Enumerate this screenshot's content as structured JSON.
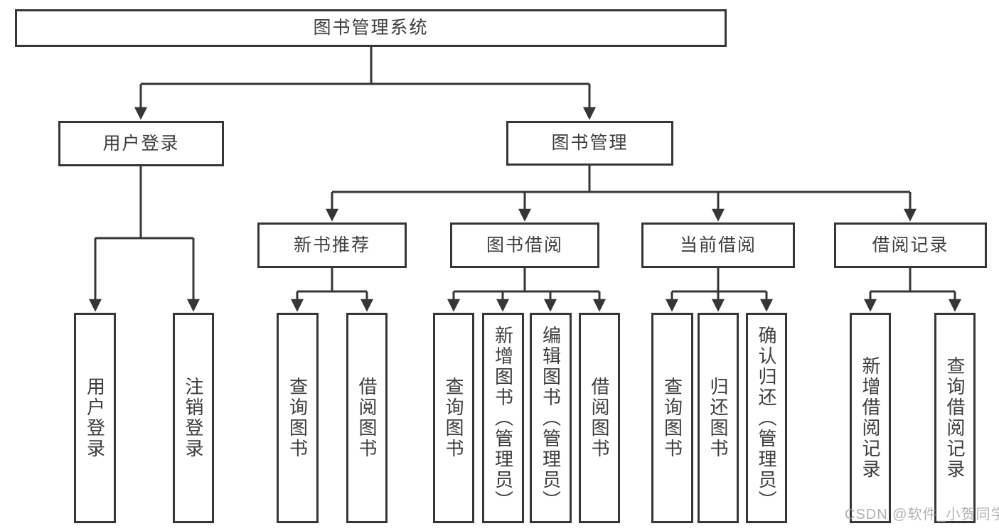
{
  "diagram": {
    "root": "图书管理系统",
    "branches": {
      "user": {
        "label": "用户登录",
        "leaves": [
          "用户登录",
          "注销登录"
        ]
      },
      "book": {
        "label": "图书管理",
        "sections": {
          "recommend": {
            "label": "新书推荐",
            "leaves": [
              "查询图书",
              "借阅图书"
            ]
          },
          "borrow": {
            "label": "图书借阅",
            "leaves": [
              "查询图书",
              "新增图书（管理员）",
              "编辑图书（管理员）",
              "借阅图书"
            ]
          },
          "current": {
            "label": "当前借阅",
            "leaves": [
              "查询图书",
              "归还图书",
              "确认归还（管理员）"
            ]
          },
          "records": {
            "label": "借阅记录",
            "leaves": [
              "新增借阅记录",
              "查询借阅记录"
            ]
          }
        }
      }
    },
    "colors": {
      "line": "#363636",
      "node_text": "#3d3d3d",
      "node_fill": "#ffffff",
      "watermark_text": "#a5a5a5"
    }
  },
  "watermark": "CSDN @软件_小贺同学"
}
